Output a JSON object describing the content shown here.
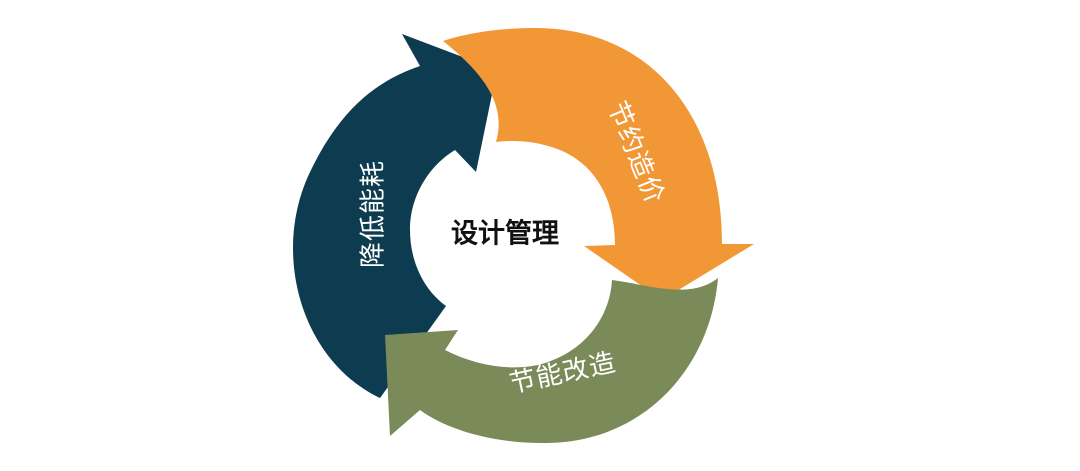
{
  "center": {
    "title": "设计管理"
  },
  "segments": [
    {
      "id": "energy-reduction",
      "label": "降低能耗",
      "color": "#0d3b4f"
    },
    {
      "id": "cost-saving",
      "label": "节约造价",
      "color": "#f29735"
    },
    {
      "id": "energy-retrofit",
      "label": "节能改造",
      "color": "#7b8a59"
    }
  ]
}
